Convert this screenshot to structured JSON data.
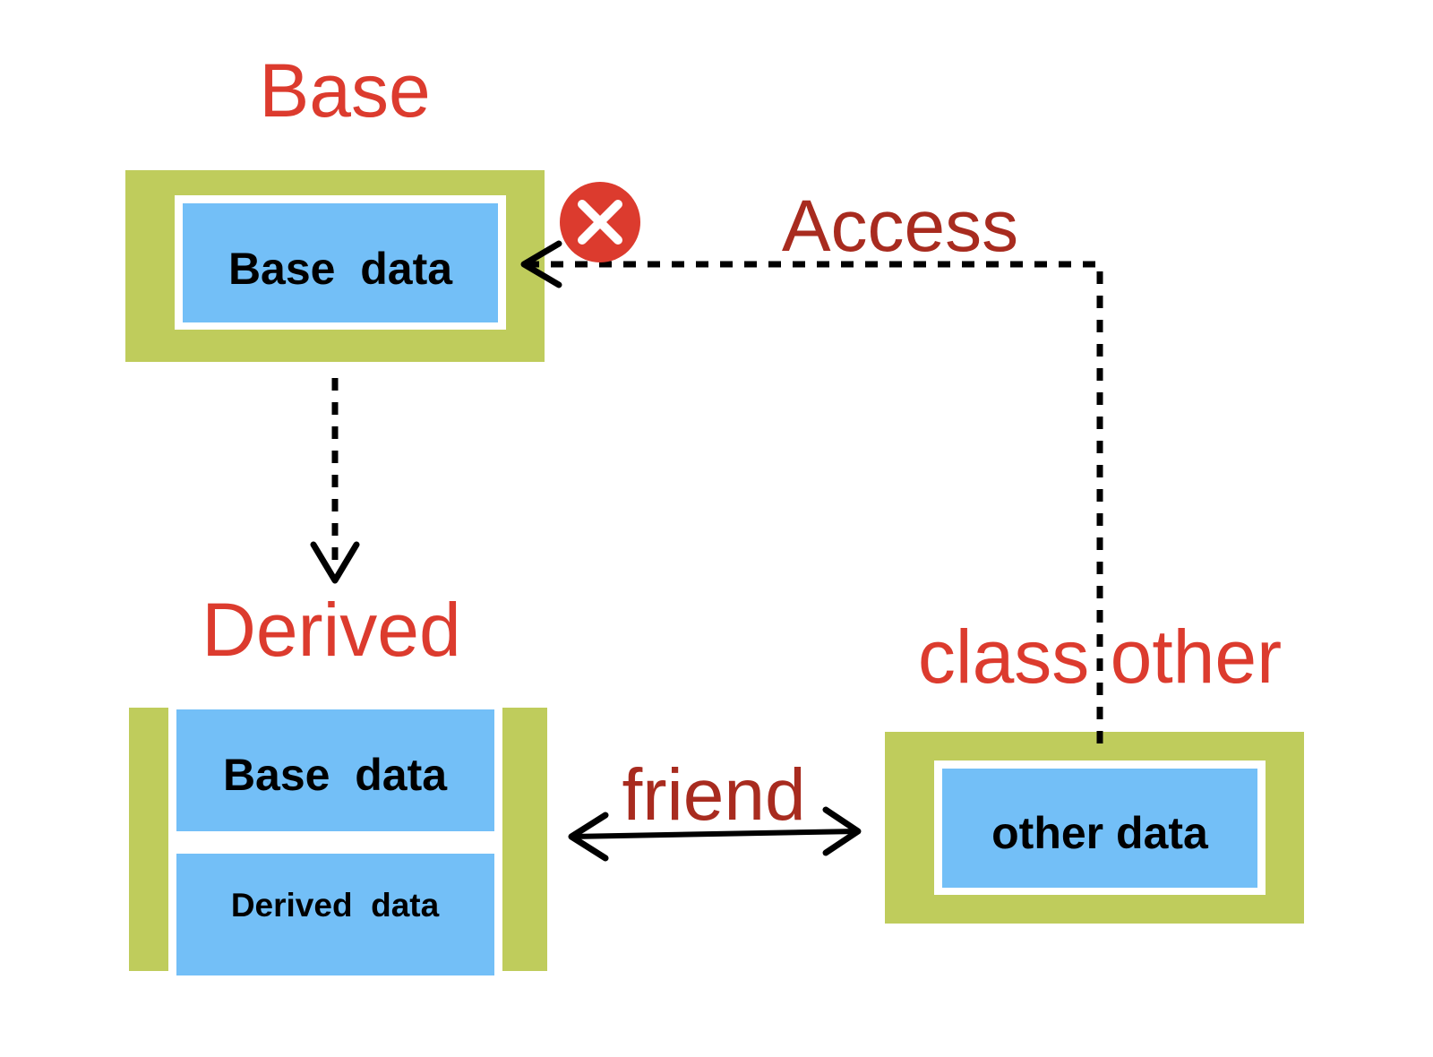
{
  "colors": {
    "outer_green": "#bfcc5c",
    "inner_blue": "#73bff7",
    "title_red": "#dc3b2e",
    "label_dark_red": "#a82b1f",
    "deny_red": "#dc3b2e",
    "arrow": "#000000"
  },
  "base": {
    "title": "Base",
    "data_label": "Base  data"
  },
  "derived": {
    "title": "Derived",
    "base_data_label": "Base  data",
    "derived_data_label": "Derived  data"
  },
  "other": {
    "title": "class other",
    "data_label": "other data"
  },
  "edges": {
    "access_label": "Access",
    "friend_label": "friend"
  },
  "icons": {
    "deny": "x-circle-icon"
  }
}
